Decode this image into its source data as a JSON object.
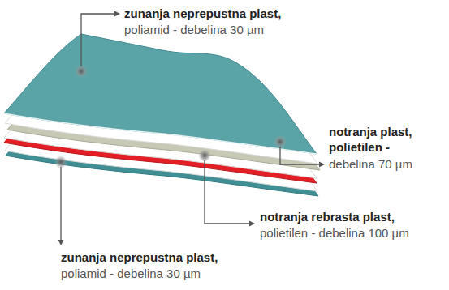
{
  "diagram": {
    "labels": [
      "zunanja neprepustna plast,",
      "poliamid - debelina 30 µm",
      "notranja plast, polietilen -",
      "debelina 70 µm",
      "notranja rebrasta plast,",
      "polietilen - debelina 100 µm",
      "zunanja neprepustna plast,",
      "poliamid - debelina 30 µm"
    ]
  }
}
